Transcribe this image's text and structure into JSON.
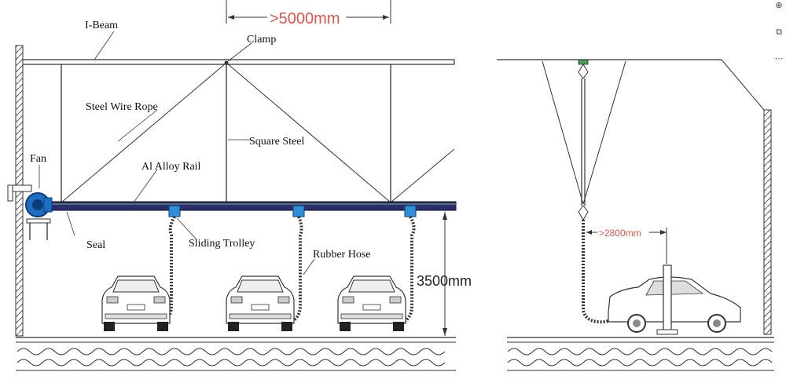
{
  "labels": {
    "ibeam": "I-Beam",
    "clamp": "Clamp",
    "wire_rope": "Steel Wire Rope",
    "square_steel": "Square Steel",
    "fan": "Fan",
    "rail": "Al Alloy Rail",
    "seal": "Seal",
    "trolley": "Sliding Trolley",
    "hose": "Rubber Hose"
  },
  "dimensions": {
    "spacing": ">5000mm",
    "height": "3500mm",
    "clearance": ">2800mm"
  },
  "colors": {
    "rail": "#2b2d6e",
    "trolley": "#2f8fd6",
    "fan": "#1e6fc4",
    "dimension_text": "#e8524a",
    "line": "#333333"
  },
  "side_icons": [
    "zoom-icon",
    "copy-icon",
    "more-icon"
  ]
}
